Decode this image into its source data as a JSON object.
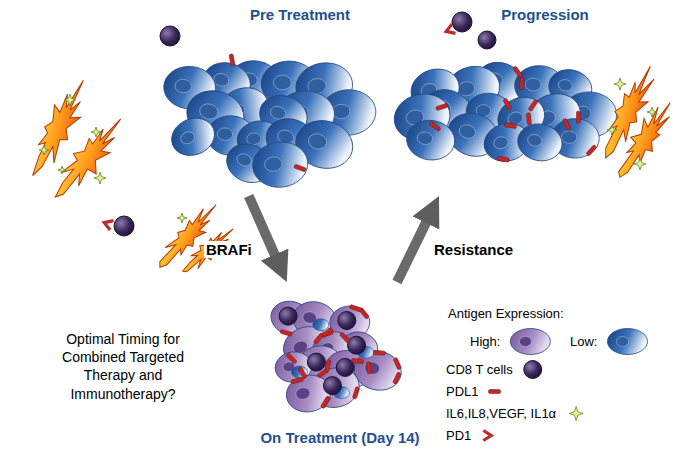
{
  "diagram": {
    "nodes": [
      {
        "text": [
          "Pre Treatment"
        ]
      },
      {
        "text": [
          "Progression"
        ]
      },
      {
        "text": [
          "On Treatment (Day 14)"
        ]
      }
    ],
    "edges": [
      {
        "from": 0,
        "to": 2,
        "arrow": "to",
        "label": "BRAFi"
      },
      {
        "from": 2,
        "to": 1,
        "arrow": "to",
        "label": "Resistance"
      }
    ],
    "labels": [
      "Optimal Timing for Combined Targeted Therapy and Immunotherapy?",
      "Antigen Expression:"
    ],
    "legend": [
      {
        "text": "High:"
      },
      {
        "text": "Low:"
      },
      {
        "text": "CD8 T cells"
      },
      {
        "text": "PDL1"
      },
      {
        "text": "IL6,IL8,VEGF, IL1α"
      },
      {
        "text": "PD1"
      }
    ]
  }
}
